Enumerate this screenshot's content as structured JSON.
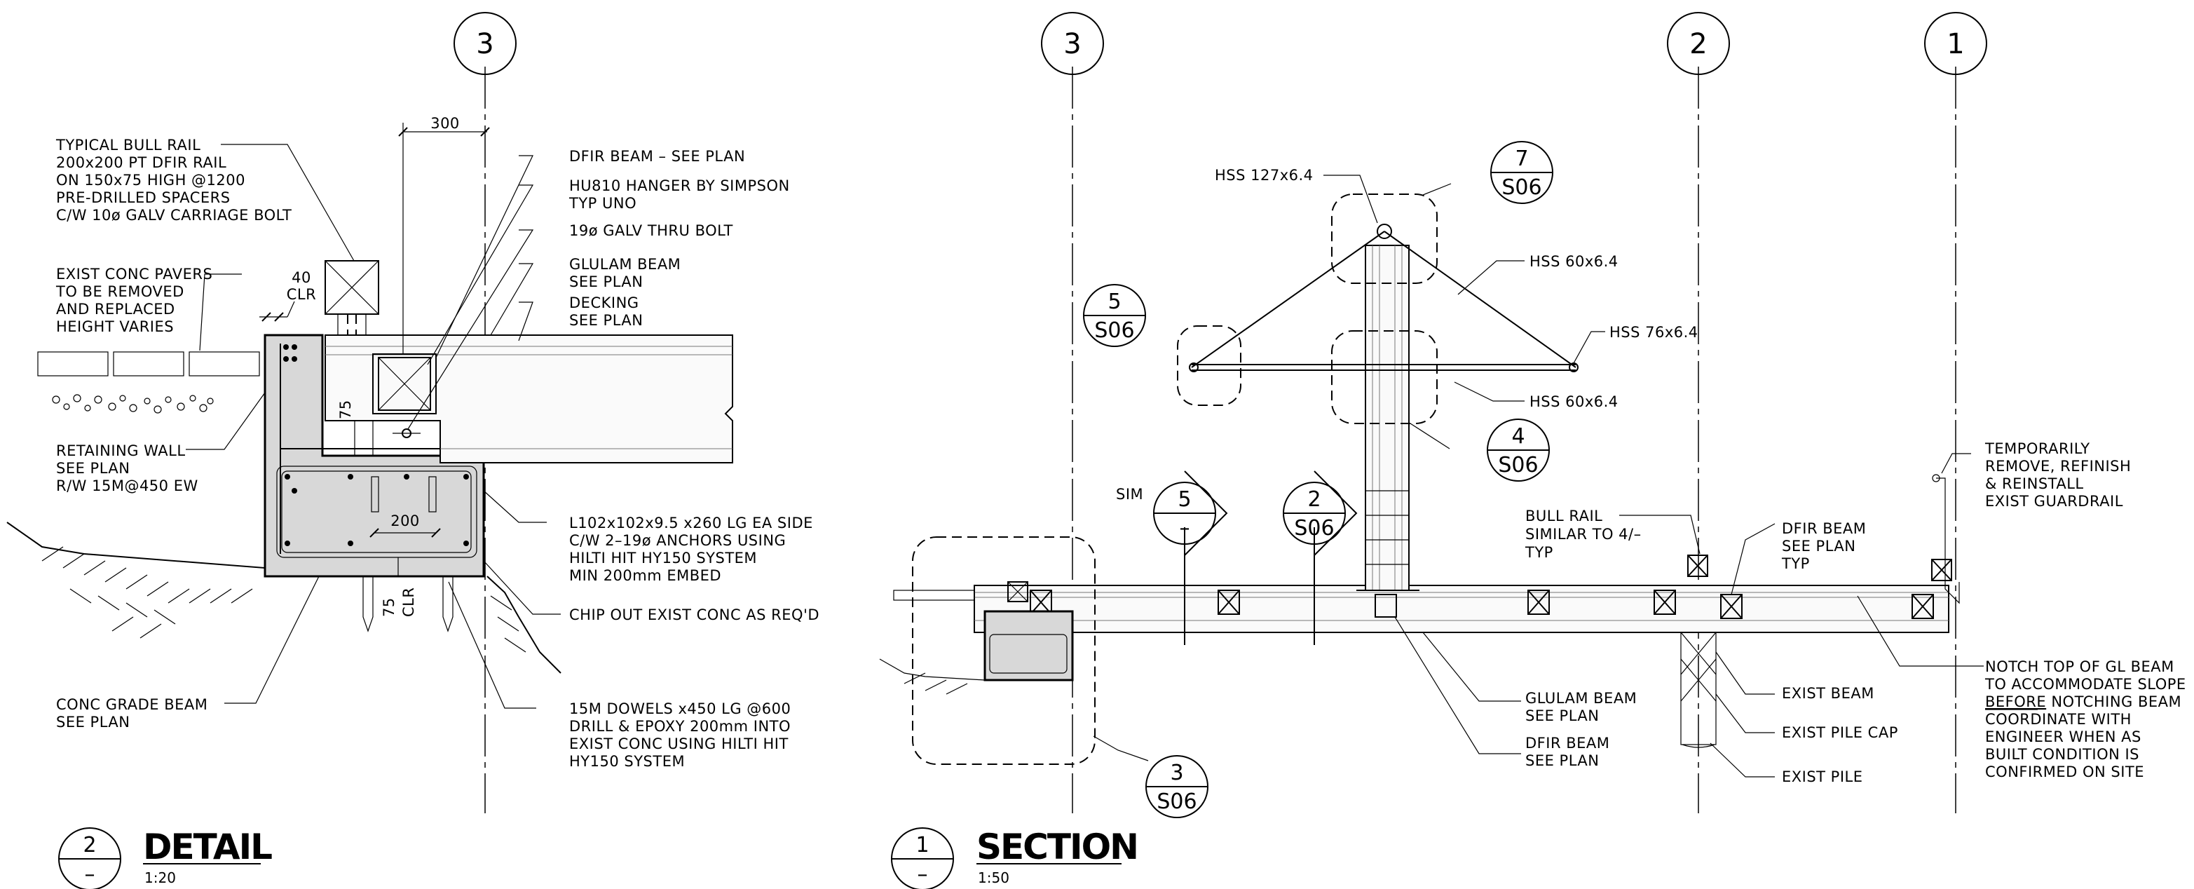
{
  "grid_labels": {
    "d_3": "3",
    "s_3": "3",
    "s_2": "2",
    "s_1": "1"
  },
  "detail": {
    "dim_300": "300",
    "dim_40": "40",
    "dim_clr": "CLR",
    "dim_75": "75",
    "dim_200": "200",
    "dim_75b": "75",
    "dim_clr_b": "CLR",
    "notes": {
      "bull_rail": [
        "TYPICAL BULL RAIL",
        "200x200 PT DFIR RAIL",
        "ON 150x75 HIGH @1200",
        "PRE-DRILLED SPACERS",
        "C/W 10ø GALV CARRIAGE BOLT"
      ],
      "pavers": [
        "EXIST CONC PAVERS",
        "TO BE REMOVED",
        "AND REPLACED",
        "HEIGHT VARIES"
      ],
      "retaining_wall": [
        "RETAINING WALL",
        "SEE PLAN",
        "R/W 15M@450 EW"
      ],
      "grade_beam": [
        "CONC GRADE BEAM",
        "SEE PLAN"
      ],
      "dfir_beam": [
        "DFIR BEAM – SEE PLAN"
      ],
      "hanger": [
        "HU810 HANGER BY SIMPSON",
        "TYP UNO"
      ],
      "thru_bolt": [
        "19ø GALV THRU BOLT"
      ],
      "glulam": [
        "GLULAM BEAM",
        "SEE PLAN"
      ],
      "decking": [
        "DECKING",
        "SEE PLAN"
      ],
      "angle": [
        "L102x102x9.5 x260 LG EA SIDE",
        "C/W 2–19ø ANCHORS USING",
        "HILTI HIT HY150 SYSTEM",
        "MIN 200mm EMBED"
      ],
      "chip": [
        "CHIP OUT EXIST CONC AS REQ'D"
      ],
      "dowels": [
        "15M DOWELS x450 LG @600",
        "DRILL & EPOXY 200mm INTO",
        "EXIST CONC USING HILTI HIT",
        "HY150 SYSTEM"
      ]
    },
    "title": {
      "num": "2",
      "sheet": "–",
      "name": "DETAIL",
      "scale": "1:20"
    }
  },
  "section": {
    "labels": {
      "hss_127": "HSS 127x6.4",
      "hss_60a": "HSS 60x6.4",
      "hss_76": "HSS 76x6.4",
      "hss_60b": "HSS 60x6.4",
      "sim": "SIM"
    },
    "callouts": {
      "c7": {
        "num": "7",
        "sheet": "S06"
      },
      "c5": {
        "num": "5",
        "sheet": "S06"
      },
      "c4": {
        "num": "4",
        "sheet": "S06"
      },
      "c3": {
        "num": "3",
        "sheet": "S06"
      },
      "cut5": {
        "num": "5",
        "sheet": "–"
      },
      "cut2": {
        "num": "2",
        "sheet": "S06"
      }
    },
    "notes": {
      "guardrail": [
        "TEMPORARILY",
        "REMOVE, REFINISH",
        "& REINSTALL",
        "EXIST GUARDRAIL"
      ],
      "bull_rail": [
        "BULL RAIL",
        "SIMILAR TO 4/–",
        "TYP"
      ],
      "dfir_beam_right": [
        "DFIR BEAM",
        "SEE PLAN",
        "TYP"
      ],
      "notch_1": [
        "NOTCH TOP OF GL BEAM",
        "TO ACCOMMODATE SLOPE"
      ],
      "notch_before": "BEFORE",
      "notch_rest": " NOTCHING BEAM",
      "notch_2": [
        "COORDINATE WITH",
        "ENGINEER WHEN AS",
        "BUILT CONDITION IS",
        "CONFIRMED ON SITE"
      ],
      "exist_beam": [
        "EXIST BEAM"
      ],
      "exist_pile_cap": [
        "EXIST PILE CAP"
      ],
      "exist_pile": [
        "EXIST PILE"
      ],
      "glulam": [
        "GLULAM BEAM",
        "SEE PLAN"
      ],
      "dfir_beam_low": [
        "DFIR BEAM",
        "SEE PLAN"
      ]
    },
    "title": {
      "num": "1",
      "sheet": "–",
      "name": "SECTION",
      "scale": "1:50"
    }
  }
}
